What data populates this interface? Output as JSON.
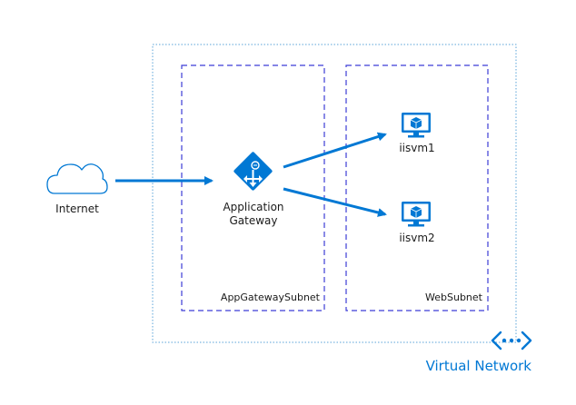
{
  "internet": {
    "label": "Internet"
  },
  "app_gateway": {
    "line1": "Application",
    "line2": "Gateway"
  },
  "vm1": {
    "label": "iisvm1"
  },
  "vm2": {
    "label": "iisvm2"
  },
  "subnet_gateway": {
    "label": "AppGatewaySubnet"
  },
  "subnet_web": {
    "label": "WebSubnet"
  },
  "vnet": {
    "label": "Virtual Network"
  },
  "colors": {
    "accent": "#0078d4",
    "dashed_border": "#3c3cd6",
    "dotted_border": "#5aa3d8",
    "text": "#1b1b1b"
  }
}
